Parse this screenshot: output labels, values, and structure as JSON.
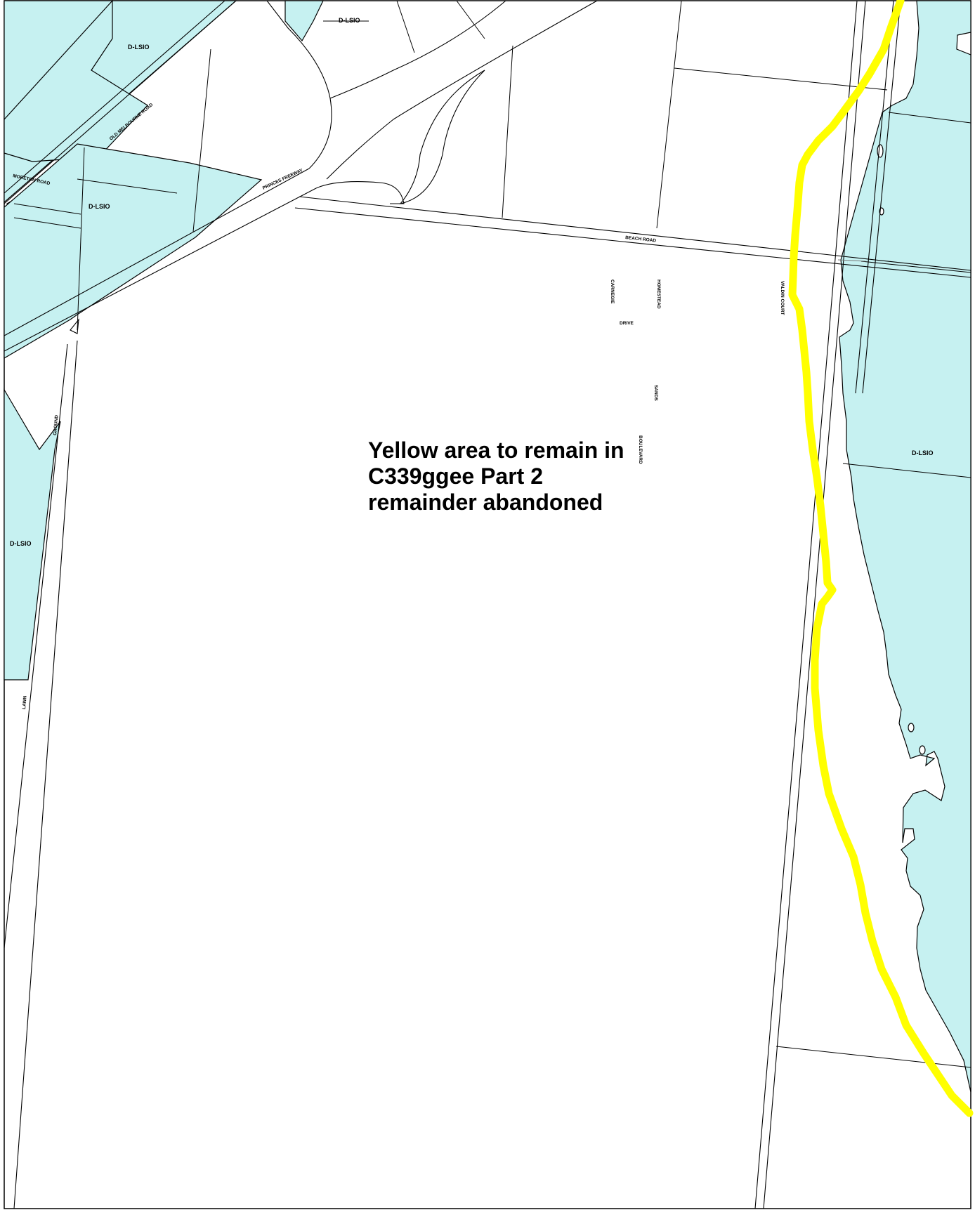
{
  "annotation": {
    "lines": [
      "Yellow area to remain in",
      "C339ggee Part 2",
      "remainder abandoned"
    ],
    "boundary_color": "#ffff00"
  },
  "zone": {
    "code": "D-LSIO",
    "fill_color": "#c6f1f1"
  },
  "road_labels": {
    "old_melbourne_road": "OLD MELBOURNE ROAD",
    "moreton_road": "MORETON ROAD",
    "princes_freeway": "PRINCES FREEWAY",
    "beach_road": "BEACH ROAD",
    "carnegie": "CARNEGIE",
    "drive": "DRIVE",
    "homestead": "HOMESTEAD",
    "valdin_court": "VALDIN COURT",
    "sands": "SANDS",
    "boulevard": "BOULEVARD",
    "ground_road": "GROUND",
    "lawn": "LAWN"
  }
}
